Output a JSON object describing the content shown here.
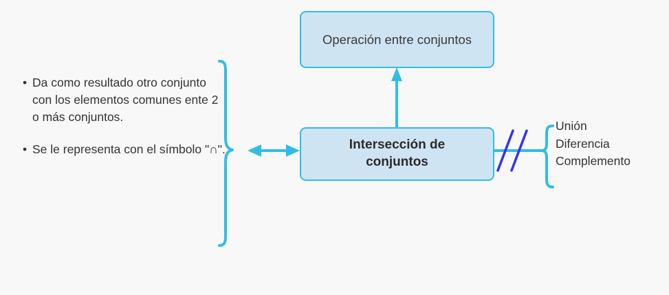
{
  "colors": {
    "background": "#f8f8f8",
    "accent_cyan": "#31bde2",
    "node_fill": "#cfe4f3",
    "node_border": "#31bde2",
    "slash_blue": "#3333ee",
    "text": "#333333"
  },
  "nodes": {
    "top": {
      "label": "Operación entre conjuntos"
    },
    "center": {
      "label": "Intersección de\nconjuntos"
    }
  },
  "bullets": {
    "items": [
      "Da como resultado otro conjunto con los elementos comunes ente 2 o más conjuntos.",
      "Se le representa con el símbolo \"∩\"."
    ],
    "marker": "•"
  },
  "related_operations": {
    "items": [
      "Unión",
      "Diferencia",
      "Complemento"
    ]
  },
  "connectors": {
    "up_arrow": "arrow-up",
    "double_arrow": "double-headed-arrow",
    "cut_mark": "double-slash-break",
    "left_brace": "curly-brace-right-facing",
    "right_brace": "curly-brace-left-facing"
  }
}
